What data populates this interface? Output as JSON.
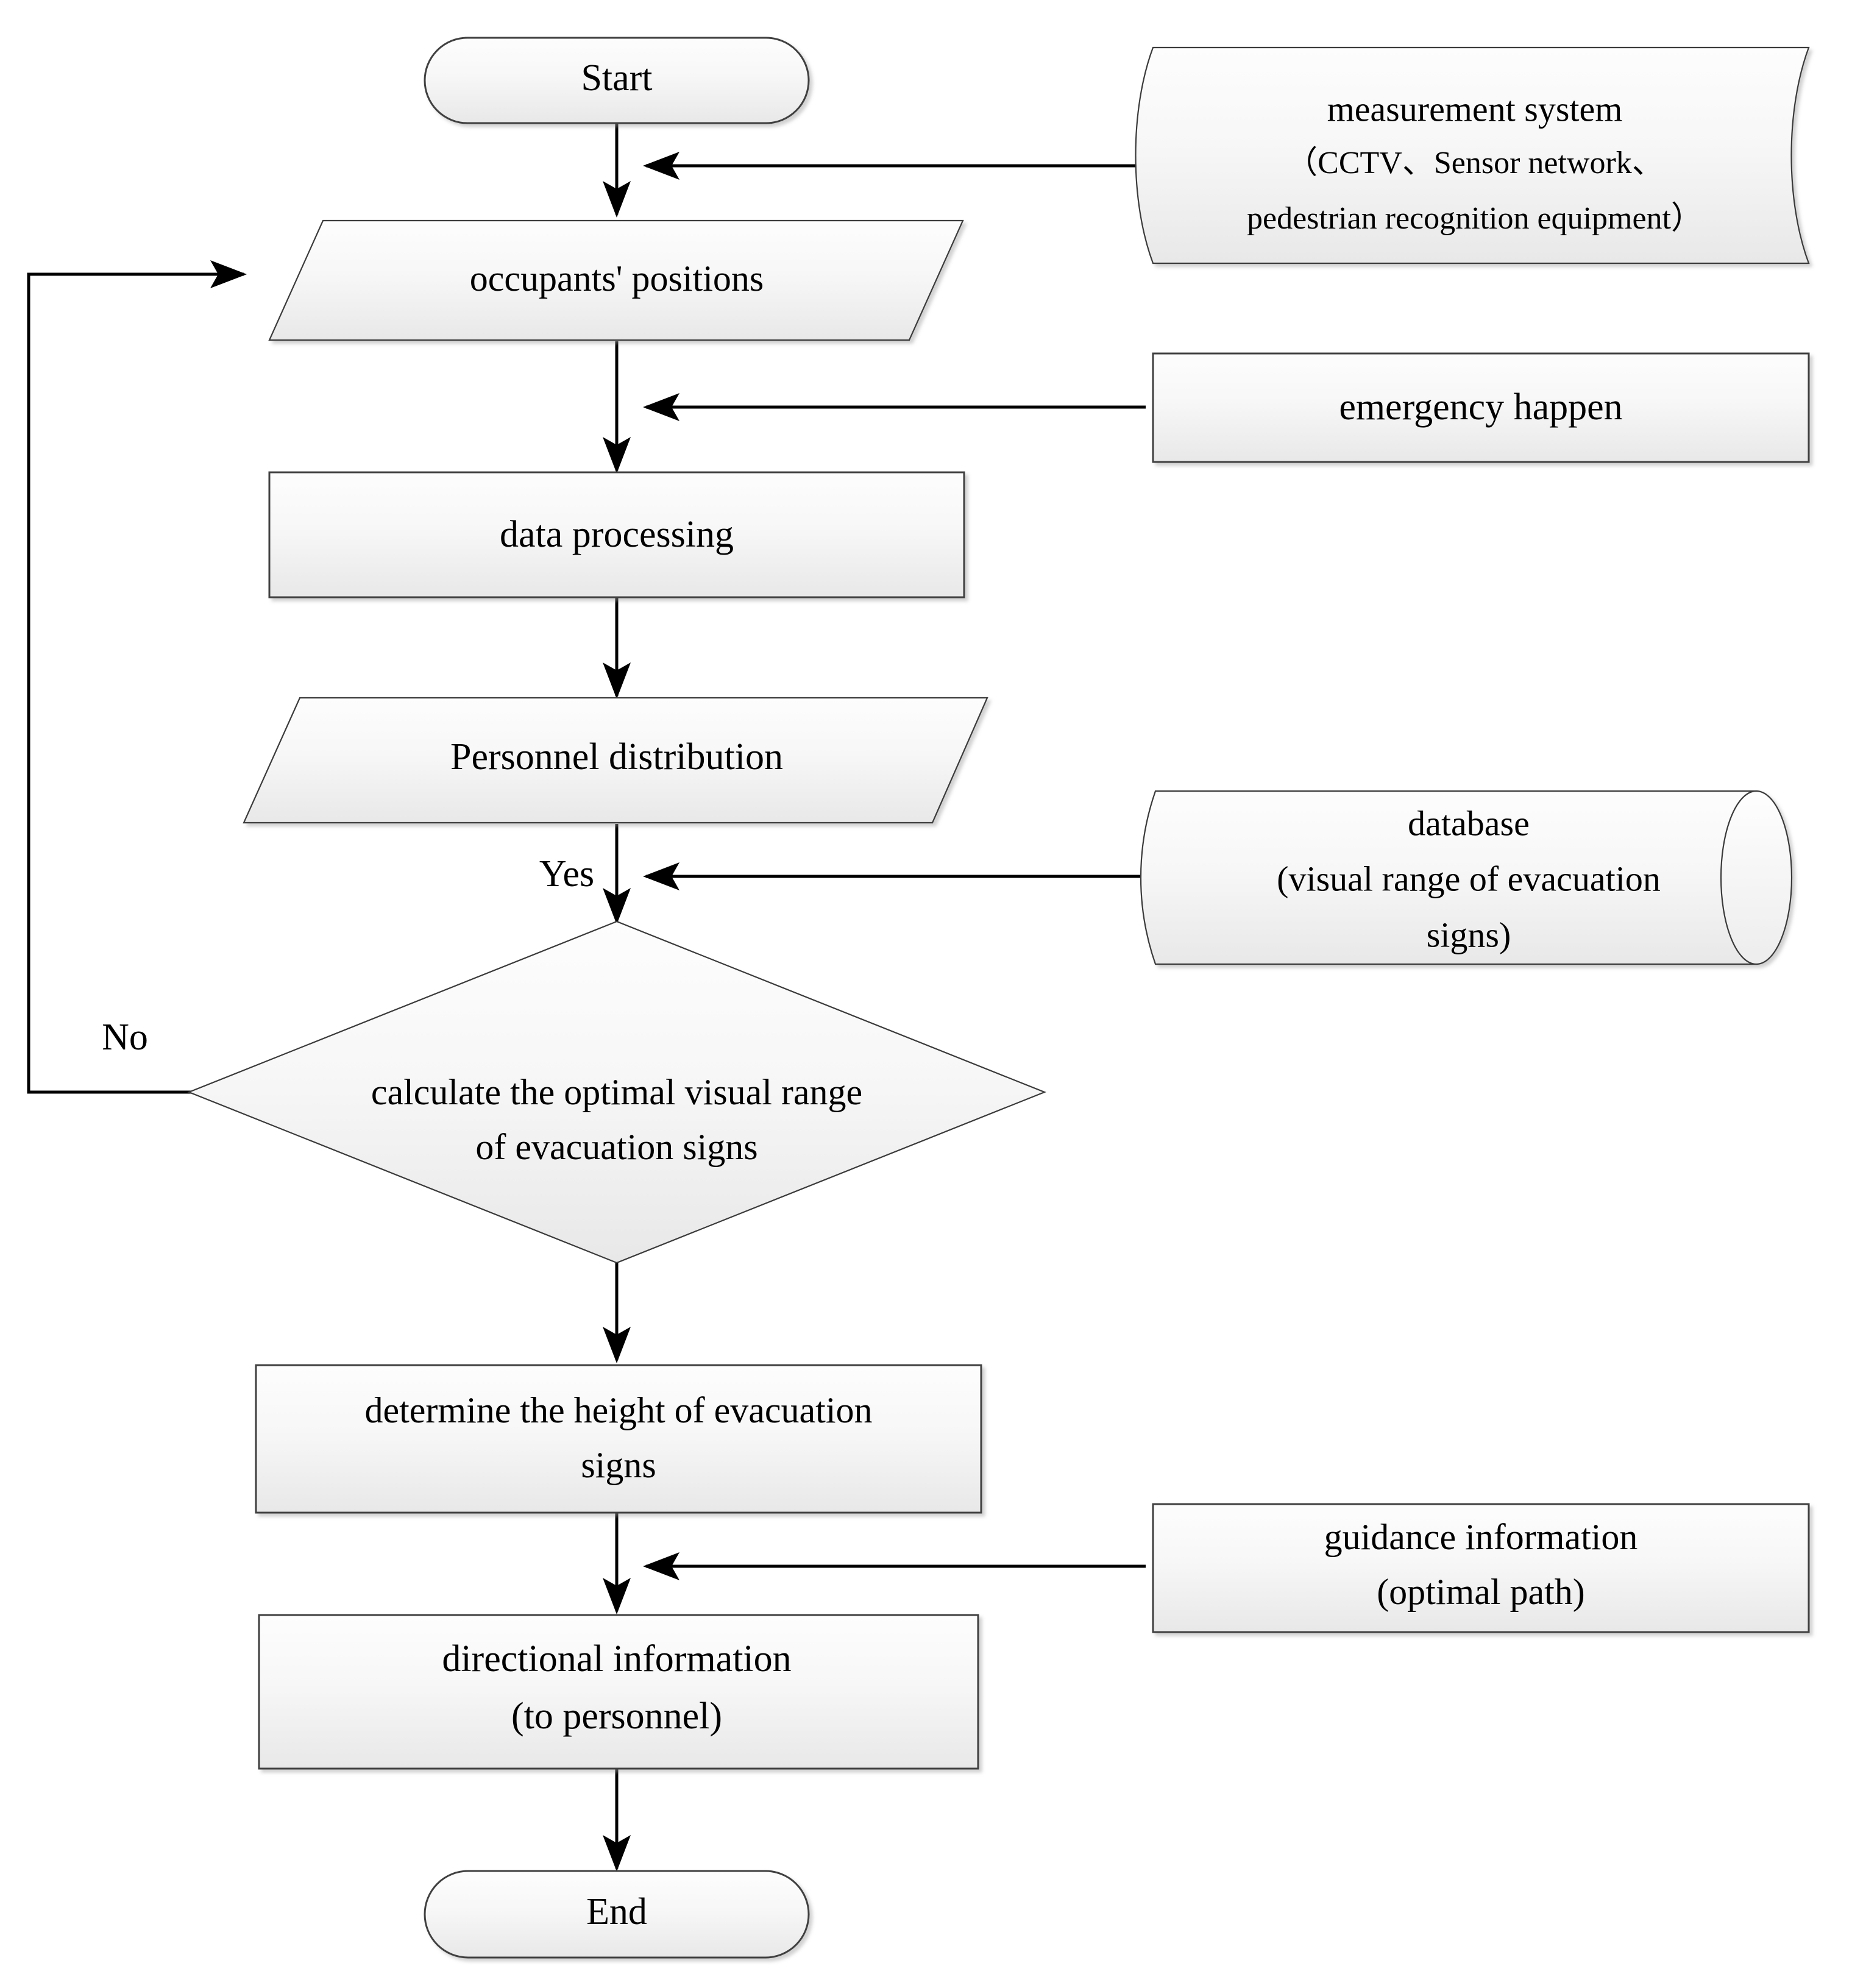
{
  "diagram": {
    "title": "Evacuation sign guidance flowchart",
    "type": "flowchart",
    "background_color": "#ffffff",
    "shape_fill_top": "#fcfcfc",
    "shape_fill_bottom": "#e9e9e9",
    "shape_border_color": "#404040",
    "connector_color": "#000000",
    "text_color": "#000000"
  },
  "nodes": {
    "start": {
      "label": "Start",
      "shape": "terminator"
    },
    "measurement_system": {
      "line1": "measurement system",
      "line2": "（CCTV、Sensor network、",
      "line3": "pedestrian recognition equipment）",
      "shape": "document-tape"
    },
    "occupants_positions": {
      "label": "occupants' positions",
      "shape": "parallelogram"
    },
    "emergency_happen": {
      "label": "emergency happen",
      "shape": "rectangle"
    },
    "data_processing": {
      "label": "data processing",
      "shape": "rectangle"
    },
    "personnel_distribution": {
      "label": "Personnel distribution",
      "shape": "parallelogram"
    },
    "database": {
      "line1": "database",
      "line2": "(visual range of evacuation",
      "line3": "signs)",
      "shape": "cylinder"
    },
    "decision": {
      "line1": "calculate the optimal visual range",
      "line2": "of evacuation signs",
      "shape": "diamond"
    },
    "determine_height": {
      "line1": "determine the height of evacuation",
      "line2": "signs",
      "shape": "rectangle"
    },
    "guidance_information": {
      "line1": "guidance information",
      "line2": "(optimal path)",
      "shape": "rectangle"
    },
    "directional_information": {
      "line1": "directional information",
      "line2": "(to personnel)",
      "shape": "rectangle"
    },
    "end": {
      "label": "End",
      "shape": "terminator"
    }
  },
  "edge_labels": {
    "yes": "Yes",
    "no": "No"
  },
  "edges": [
    {
      "from": "start",
      "to": "occupants_positions",
      "label": ""
    },
    {
      "from": "measurement_system",
      "to": "start_to_occupants_link",
      "label": ""
    },
    {
      "from": "occupants_positions",
      "to": "data_processing",
      "label": ""
    },
    {
      "from": "emergency_happen",
      "to": "occupants_to_data_link",
      "label": ""
    },
    {
      "from": "data_processing",
      "to": "personnel_distribution",
      "label": ""
    },
    {
      "from": "personnel_distribution",
      "to": "decision",
      "label": "Yes"
    },
    {
      "from": "database",
      "to": "personnel_to_decision_link",
      "label": ""
    },
    {
      "from": "decision",
      "to": "occupants_positions",
      "label": "No"
    },
    {
      "from": "decision",
      "to": "determine_height",
      "label": ""
    },
    {
      "from": "determine_height",
      "to": "directional_information",
      "label": ""
    },
    {
      "from": "guidance_information",
      "to": "determine_to_directional_link",
      "label": ""
    },
    {
      "from": "directional_information",
      "to": "end",
      "label": ""
    }
  ]
}
